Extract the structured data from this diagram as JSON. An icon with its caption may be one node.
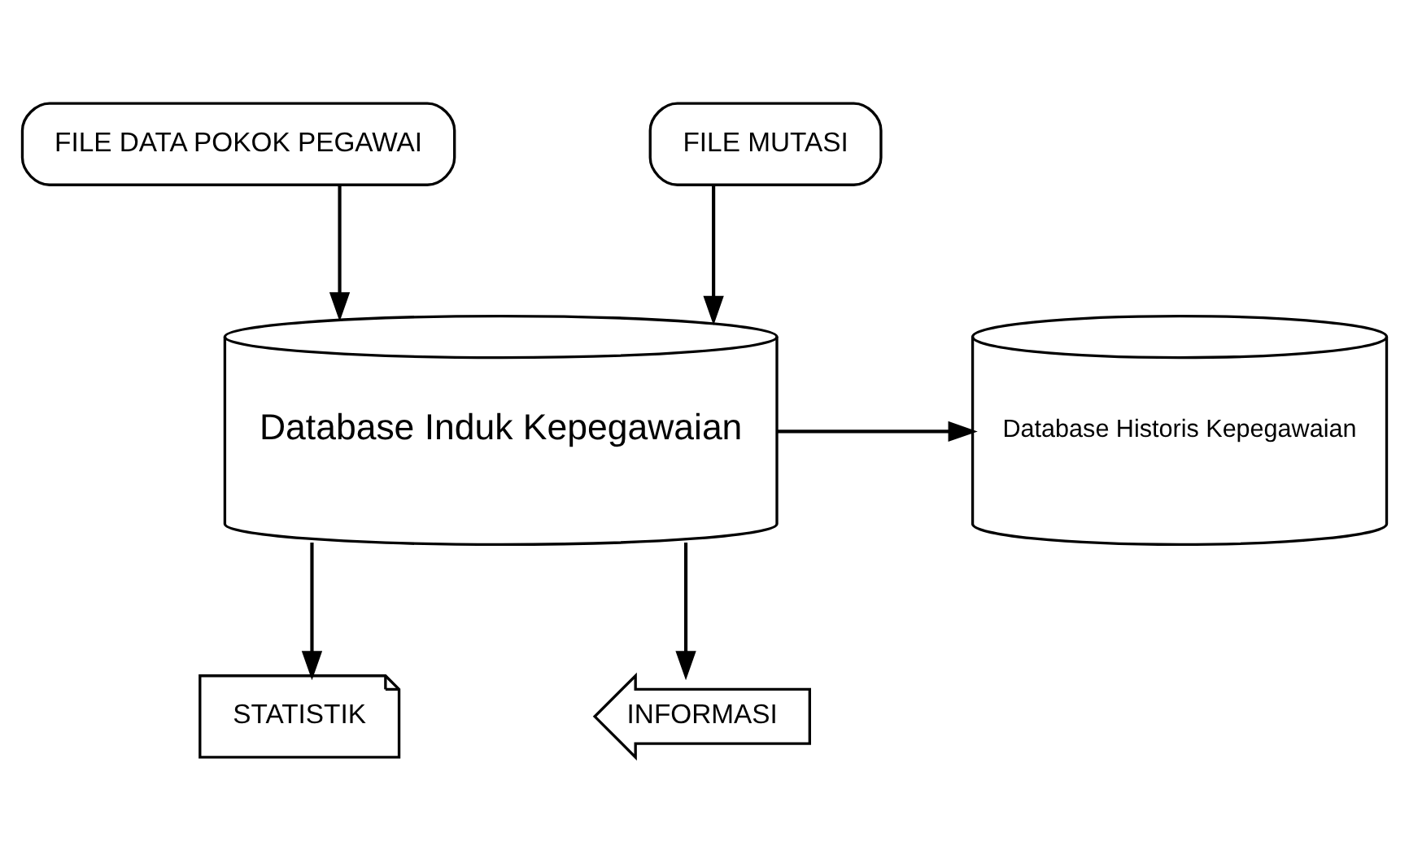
{
  "diagram": {
    "nodes": [
      {
        "text": [
          "FILE DATA POKOK PEGAWAI"
        ]
      },
      {
        "text": [
          "FILE MUTASI"
        ]
      },
      {
        "text": [
          "Database Induk Kepegawaian"
        ]
      },
      {
        "text": [
          "Database Historis Kepegawaian"
        ]
      },
      {
        "text": [
          "STATISTIK"
        ]
      },
      {
        "text": [
          "INFORMASI"
        ]
      }
    ],
    "edges": [
      {
        "from": 0,
        "to": 2,
        "arrow": "to"
      },
      {
        "from": 1,
        "to": 2,
        "arrow": "to"
      },
      {
        "from": 2,
        "to": 3,
        "arrow": "to"
      },
      {
        "from": 2,
        "to": 4,
        "arrow": "to"
      },
      {
        "from": 2,
        "to": 5,
        "arrow": "to"
      }
    ]
  }
}
